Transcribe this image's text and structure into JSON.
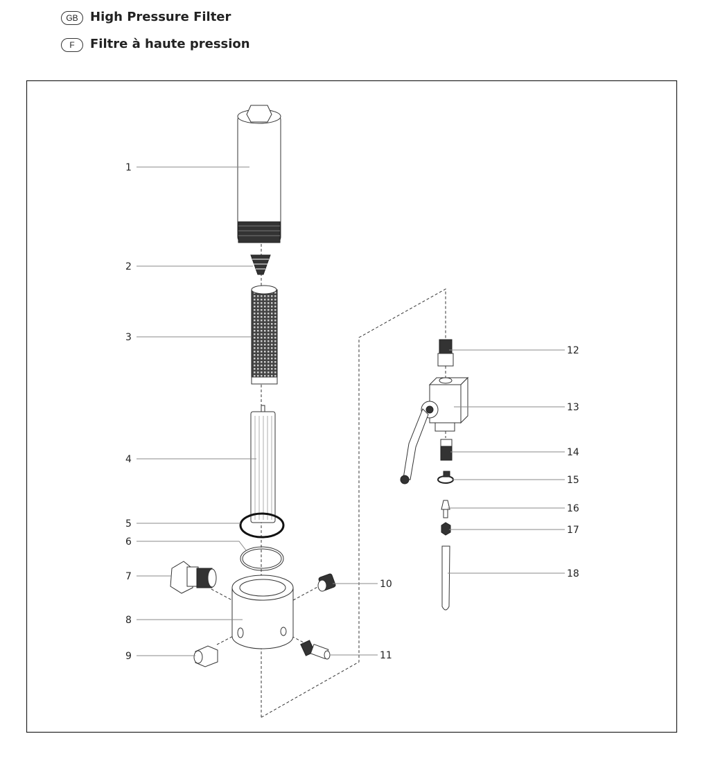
{
  "header": {
    "lines": [
      {
        "lang_code": "GB",
        "title": "High Pressure Filter"
      },
      {
        "lang_code": "F",
        "title": "Filtre à haute pression"
      }
    ]
  },
  "diagram": {
    "callouts": [
      "1",
      "2",
      "3",
      "4",
      "5",
      "6",
      "7",
      "8",
      "9",
      "10",
      "11",
      "12",
      "13",
      "14",
      "15",
      "16",
      "17",
      "18"
    ]
  }
}
